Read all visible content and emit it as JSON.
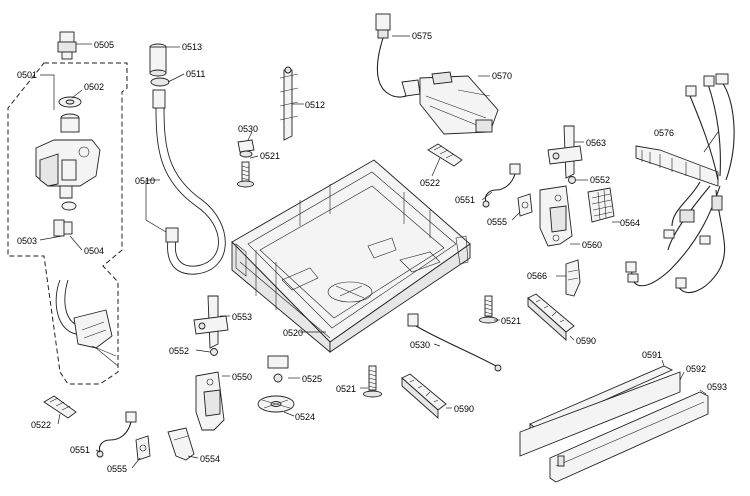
{
  "labels": {
    "p0505": "0505",
    "p0501": "0501",
    "p0502": "0502",
    "p0503": "0503",
    "p0504": "0504",
    "p0513": "0513",
    "p0511": "0511",
    "p0510": "0510",
    "p0512": "0512",
    "p0530a": "0530",
    "p0521a": "0521",
    "p0575": "0575",
    "p0570": "0570",
    "p0563": "0563",
    "p0576": "0576",
    "p0522a": "0522",
    "p0551a": "0551",
    "p0552a": "0552",
    "p0564": "0564",
    "p0555a": "0555",
    "p0560": "0560",
    "p0566": "0566",
    "p0553": "0553",
    "p0520": "0520",
    "p0521b": "0521",
    "p0590a": "0590",
    "p0552b": "0552",
    "p0530b": "0530",
    "p0591": "0591",
    "p0592": "0592",
    "p0550": "0550",
    "p0525": "0525",
    "p0521c": "0521",
    "p0593": "0593",
    "p0590b": "0590",
    "p0522b": "0522",
    "p0524": "0524",
    "p0551b": "0551",
    "p0554": "0554",
    "p0555b": "0555"
  }
}
